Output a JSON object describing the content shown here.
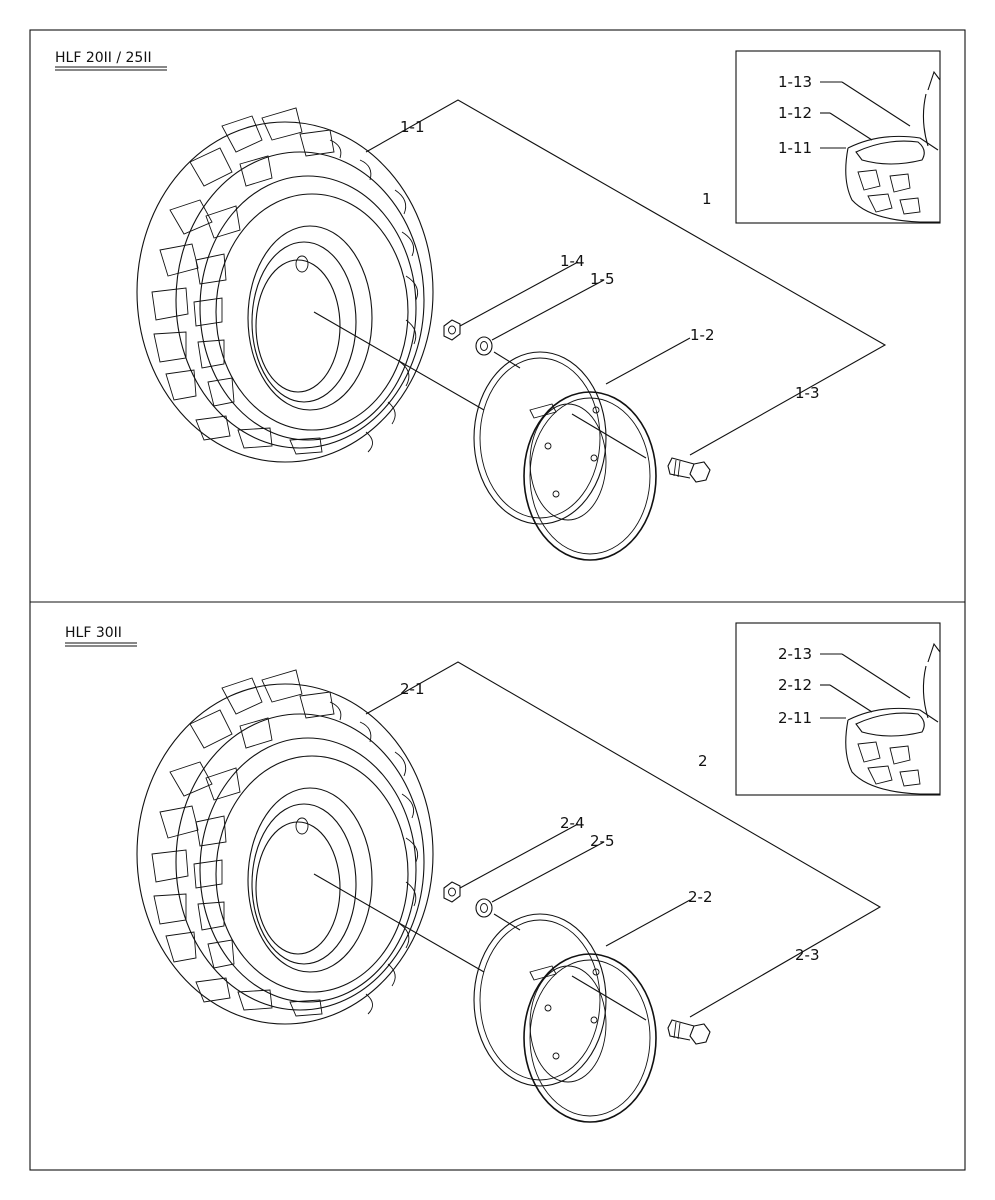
{
  "sections": [
    {
      "model": "HLF 20II / 25II",
      "labels": {
        "assembly": "1",
        "tire": "1-1",
        "rim": "1-2",
        "bolt": "1-3",
        "nut": "1-4",
        "washer": "1-5",
        "inset_11": "1-11",
        "inset_12": "1-12",
        "inset_13": "1-13"
      }
    },
    {
      "model": "HLF 30II",
      "labels": {
        "assembly": "2",
        "tire": "2-1",
        "rim": "2-2",
        "bolt": "2-3",
        "nut": "2-4",
        "washer": "2-5",
        "inset_11": "2-11",
        "inset_12": "2-12",
        "inset_13": "2-13"
      }
    }
  ],
  "colors": {
    "ink": "#111111",
    "paper": "#ffffff"
  }
}
